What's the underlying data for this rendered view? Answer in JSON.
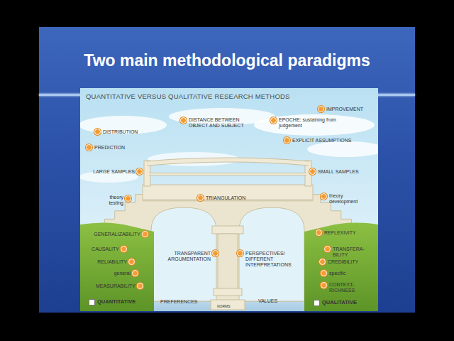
{
  "diagram": {
    "title": "Two main methodological paradigms",
    "nodes": [
      {
        "text": [
          "QUANTITATIVE VERSUS QUALITATIVE RESEARCH METHODS"
        ]
      }
    ],
    "labels": [
      "IMPROVEMENT",
      "DISTANCE BETWEEN OBJECT AND SUBJECT",
      "EPOCHE: sustaining from judgement",
      "DISTRIBUTION",
      "EXPLICIT ASSUMPTIONS",
      "PREDICTION",
      "LARGE SAMPLES",
      "SMALL SAMPLES",
      "theory testing",
      "TRIANGULATION",
      "theory development",
      "GENERALIZABILITY",
      "REFLEXIVITY",
      "CAUSALITY",
      "TRANSFERA- BILITY",
      "TRANSPARENT ARGUMENTATION",
      "PERSPECTIVES/ DIFFERENT INTERPRETATIONS",
      "RELIABILITY",
      "CREDIBILITY",
      "general",
      "specific",
      "MEASURABILITY",
      "CONTEXT- RICHNESS",
      "QUANTITATIVE",
      "PREFERENCES",
      "VALUES",
      "QUALITATIVE",
      "NORMS"
    ]
  }
}
